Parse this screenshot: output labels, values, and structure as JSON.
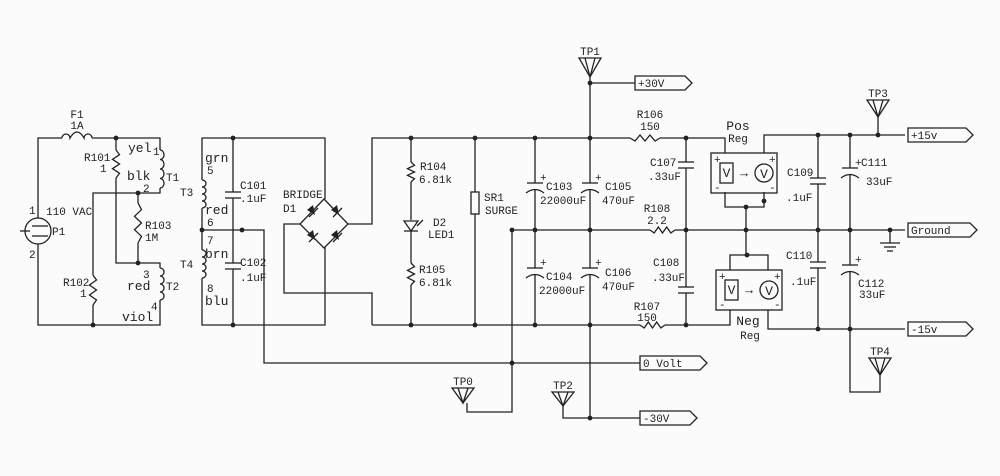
{
  "nets": {
    "p30": "+30V",
    "m30": "-30V",
    "zero": "0 Volt",
    "p15": "+15v",
    "gnd": "Ground",
    "m15": "-15v"
  },
  "testpoints": {
    "tp0": "TP0",
    "tp1": "TP1",
    "tp2": "TP2",
    "tp3": "TP3",
    "tp4": "TP4"
  },
  "components": {
    "F1": {
      "ref": "F1",
      "value": "1A"
    },
    "P1": {
      "ref": "P1",
      "value": "110 VAC",
      "pin1": "1",
      "pin2": "2"
    },
    "R101": {
      "ref": "R101",
      "value": "1"
    },
    "R102": {
      "ref": "R102",
      "value": "1"
    },
    "R103": {
      "ref": "R103",
      "value": "1M"
    },
    "T1": {
      "ref": "T1",
      "pin1": "1",
      "pin2": "2",
      "wire1": "yel",
      "wire2": "blk"
    },
    "T2": {
      "ref": "T2",
      "pin1": "3",
      "pin2": "4",
      "wire1": "red",
      "wire2": "viol"
    },
    "T3": {
      "ref": "T3",
      "pin1": "5",
      "pin2": "6",
      "wire1": "grn",
      "wire2": "red"
    },
    "T4": {
      "ref": "T4",
      "pin1": "7",
      "pin2": "8",
      "wire1": "brn",
      "wire2": "blu"
    },
    "C101": {
      "ref": "C101",
      "value": ".1uF"
    },
    "C102": {
      "ref": "C102",
      "value": ".1uF"
    },
    "D1": {
      "ref": "D1",
      "value": "BRIDGE"
    },
    "R104": {
      "ref": "R104",
      "value": "6.81k"
    },
    "R105": {
      "ref": "R105",
      "value": "6.81k"
    },
    "D2": {
      "ref": "D2",
      "value": "LED1"
    },
    "SR1": {
      "ref": "SR1",
      "value": "SURGE"
    },
    "C103": {
      "ref": "C103",
      "value": "22000uF"
    },
    "C104": {
      "ref": "C104",
      "value": "22000uF"
    },
    "C105": {
      "ref": "C105",
      "value": "470uF"
    },
    "C106": {
      "ref": "C106",
      "value": "470uF"
    },
    "R106": {
      "ref": "R106",
      "value": "150"
    },
    "R107": {
      "ref": "R107",
      "value": "150"
    },
    "R108": {
      "ref": "R108",
      "value": "2.2"
    },
    "C107": {
      "ref": "C107",
      "value": ".33uF"
    },
    "C108": {
      "ref": "C108",
      "value": ".33uF"
    },
    "C109": {
      "ref": "C109",
      "value": ".1uF"
    },
    "C110": {
      "ref": "C110",
      "value": ".1uF"
    },
    "C111": {
      "ref": "C111",
      "value": "33uF"
    },
    "C112": {
      "ref": "C112",
      "value": "33uF"
    },
    "POSREG": {
      "ref": "Pos",
      "value": "Reg"
    },
    "NEGREG": {
      "ref": "Neg",
      "value": "Reg"
    }
  },
  "symbols": {
    "plus": "+",
    "minus": "-",
    "volt": "V",
    "arrow": "→"
  }
}
